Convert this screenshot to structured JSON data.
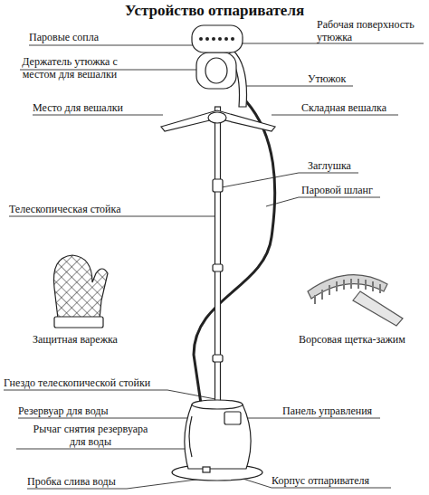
{
  "diagram": {
    "title": "Устройство отпаривателя",
    "labels": [
      "Паровые сопла",
      "Держатель утюжка с местом для вешалки",
      "Место для вешалки",
      "Телескопическая стойка",
      "Защитная варежка",
      "Гнездо телескопической стойки",
      "Резервуар для воды",
      "Рычаг снятия резервуара для воды",
      "Пробка слива воды",
      "Рабочая поверхность утюжка",
      "Утюжок",
      "Складная вешалка",
      "Заглушка",
      "Паровой шланг",
      "Ворсовая щетка-зажим",
      "Панель управления",
      "Корпус отпаривателя"
    ]
  }
}
